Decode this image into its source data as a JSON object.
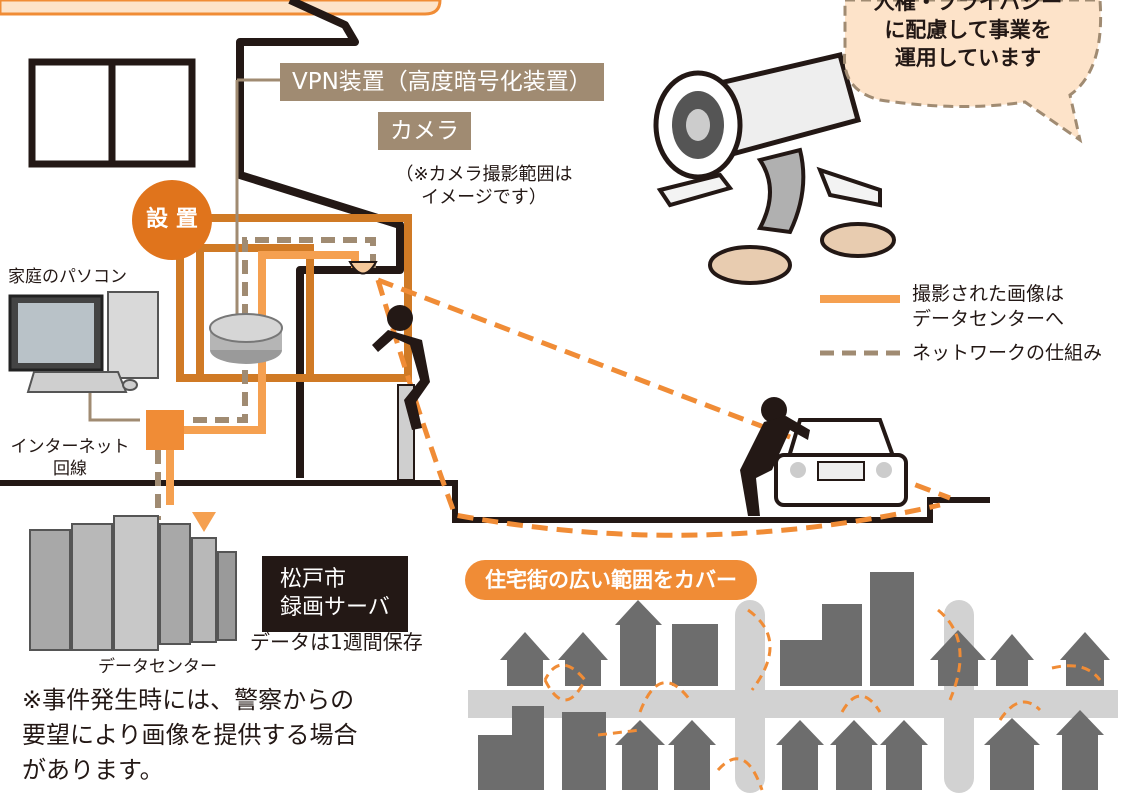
{
  "speech_bubble": {
    "line1": "人権・プライバシー",
    "line2": "に配慮して事業を",
    "line3": "運用しています"
  },
  "labels": {
    "vpn": "VPN装置（高度暗号化装置）",
    "camera": "カメラ",
    "camera_note_1": "（※カメラ撮影範囲は",
    "camera_note_2": "イメージです）",
    "install": "設 置",
    "home_pc": "家庭のパソコン",
    "internet_1": "インターネット",
    "internet_2": "回線",
    "server_1": "松戸市",
    "server_2": "録画サーバ",
    "retention": "データは1週間保存",
    "datacenter": "データセンター",
    "coverage": "住宅街の広い範囲をカバー"
  },
  "legend": [
    {
      "label_1": "撮影された画像は",
      "label_2": "データセンターへ",
      "color": "#f5a050"
    },
    {
      "label_1": "ネットワークの仕組み",
      "label_2": "",
      "color": "#a08b72"
    }
  ],
  "notice": {
    "line1": "※事件発生時には、警察からの",
    "line2": "要望により画像を提供する場合",
    "line3": "があります。"
  },
  "colors": {
    "orange": "#f08c36",
    "light_orange": "#f5a050",
    "brown": "#a08b72",
    "dark": "#231815",
    "building_gray": "#6d6d6d",
    "road_gray": "#d2d2d2"
  }
}
